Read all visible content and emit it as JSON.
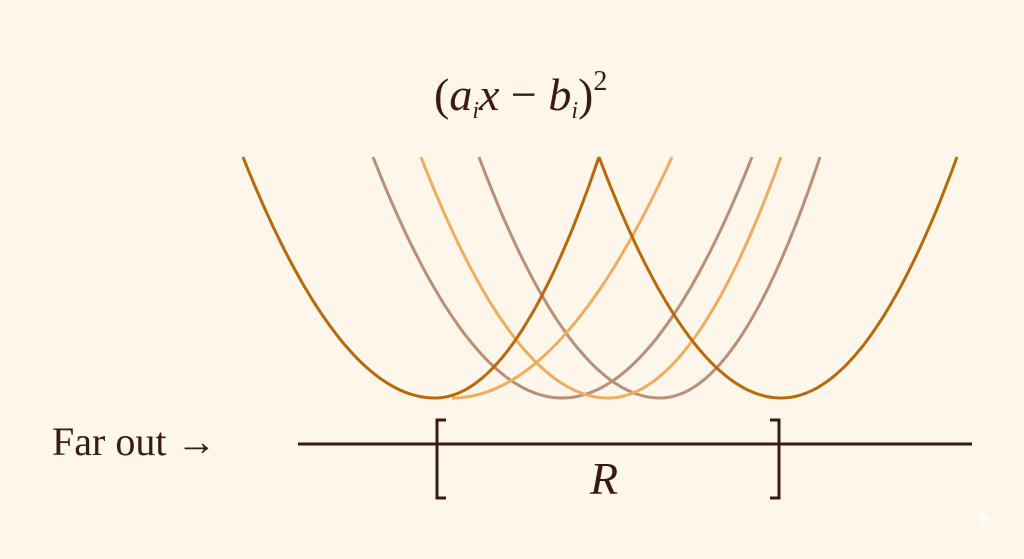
{
  "title": {
    "open": "(",
    "a": "a",
    "sub1": "i",
    "x": "x",
    "minus": " − ",
    "b": "b",
    "sub2": "i",
    "close": ")",
    "exp": "2"
  },
  "axis": {
    "label": "Far out",
    "arrow": "→",
    "region_label": "R"
  },
  "colors": {
    "background": "#fcf7ea",
    "dark": "#b86a0a",
    "taupe": "#b89078",
    "light": "#f0ad60",
    "ink": "#3a1a12"
  },
  "icons": {
    "corner": "sparkle-icon"
  }
}
